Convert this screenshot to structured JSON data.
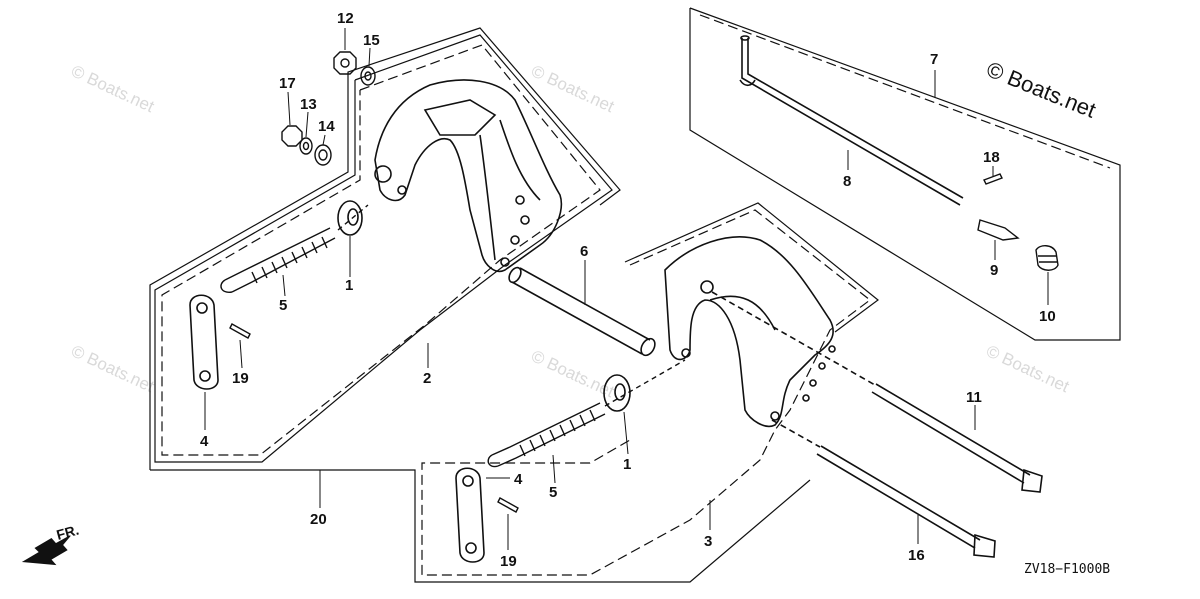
{
  "copyright": "© Boats.net",
  "watermark": "© Boats.net",
  "diagram_code": "ZV18−F1000B",
  "direction_label": "FR.",
  "parts": {
    "p1a": "1",
    "p1b": "1",
    "p2": "2",
    "p3": "3",
    "p4a": "4",
    "p4b": "4",
    "p5a": "5",
    "p5b": "5",
    "p6": "6",
    "p7": "7",
    "p8": "8",
    "p9": "9",
    "p10": "10",
    "p11": "11",
    "p12": "12",
    "p13": "13",
    "p14": "14",
    "p15": "15",
    "p16": "16",
    "p17": "17",
    "p18": "18",
    "p19a": "19",
    "p19b": "19",
    "p20": "20"
  },
  "colors": {
    "line": "#111111",
    "watermark": "#d9d9d9",
    "background": "#ffffff"
  }
}
